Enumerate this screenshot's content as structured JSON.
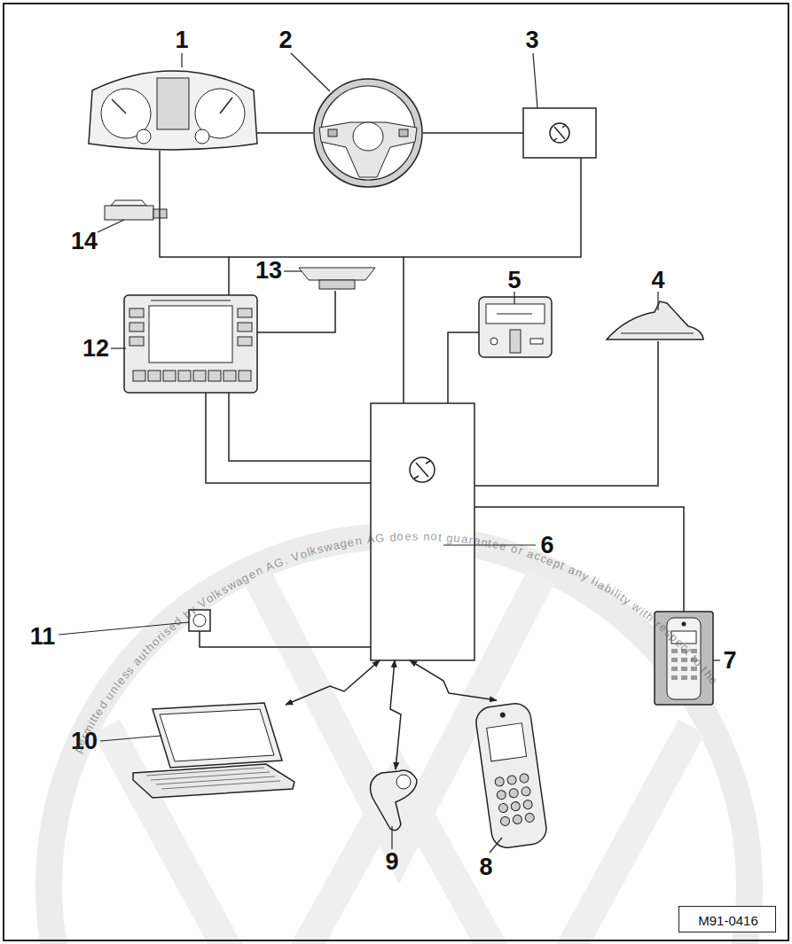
{
  "diagram": {
    "nodes": [
      {
        "text": [
          "1"
        ]
      },
      {
        "text": [
          "2"
        ]
      },
      {
        "text": [
          "3"
        ]
      },
      {
        "text": [
          "14"
        ]
      },
      {
        "text": [
          "13"
        ]
      },
      {
        "text": [
          "5"
        ]
      },
      {
        "text": [
          "4"
        ]
      },
      {
        "text": [
          "12"
        ]
      },
      {
        "text": [
          "6"
        ]
      },
      {
        "text": [
          "11"
        ]
      },
      {
        "text": [
          "7"
        ]
      },
      {
        "text": [
          "10"
        ]
      },
      {
        "text": [
          "9"
        ]
      },
      {
        "text": [
          "8"
        ]
      },
      {
        "text": [
          "M91-0416"
        ]
      }
    ],
    "edges": [
      {
        "from": 0,
        "to": 1,
        "arrow": "none"
      },
      {
        "from": 1,
        "to": 2,
        "arrow": "none"
      },
      {
        "from": 0,
        "to": 7,
        "arrow": "none"
      },
      {
        "from": 2,
        "to": 8,
        "arrow": "none"
      },
      {
        "from": 7,
        "to": 4,
        "arrow": "none"
      },
      {
        "from": 7,
        "to": 8,
        "arrow": "none"
      },
      {
        "from": 7,
        "to": 8,
        "arrow": "none"
      },
      {
        "from": 9,
        "to": 8,
        "arrow": "none"
      },
      {
        "from": 8,
        "to": 5,
        "arrow": "none"
      },
      {
        "from": 8,
        "to": 6,
        "arrow": "none"
      },
      {
        "from": 8,
        "to": 10,
        "arrow": "none"
      },
      {
        "from": 8,
        "to": 11,
        "arrow": "both"
      },
      {
        "from": 8,
        "to": 12,
        "arrow": "both"
      },
      {
        "from": 8,
        "to": 13,
        "arrow": "both"
      }
    ],
    "labels": [
      "permitted unless authorised by Volkswagen AG. Volkswagen AG does not guarantee or accept any liability with respect to the"
    ]
  }
}
